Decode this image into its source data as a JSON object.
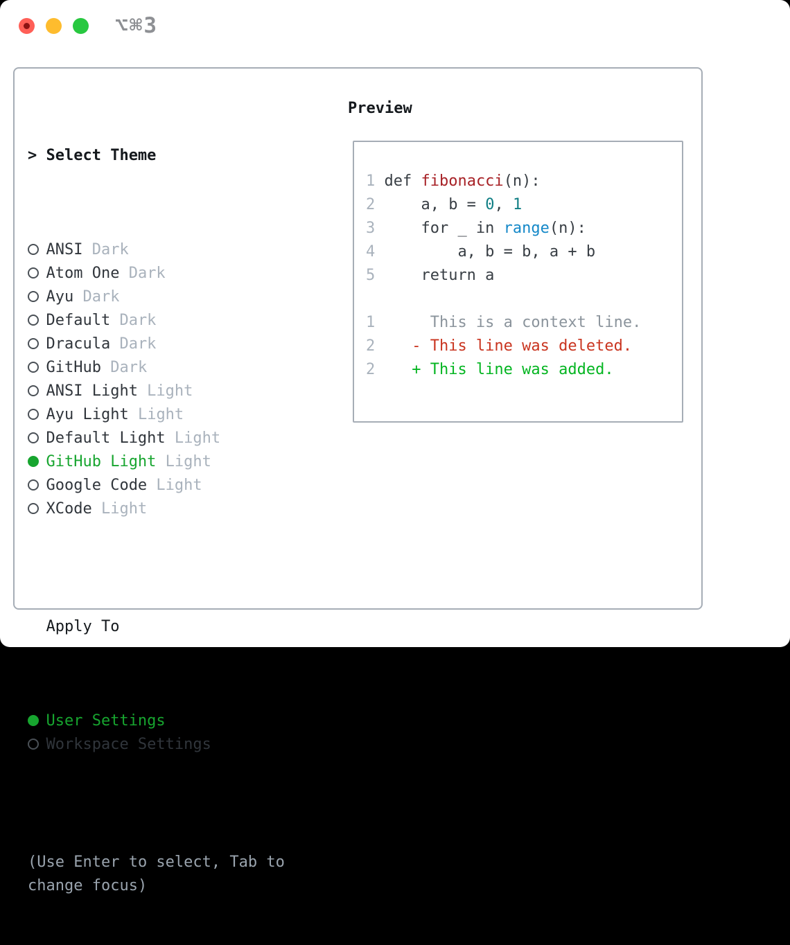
{
  "colors": {
    "accent-green": "#17a52f",
    "added-green": "#04b521",
    "deleted-red": "#c9341f",
    "func-red": "#a72126",
    "number-teal": "#0f7e84",
    "call-blue": "#1488c8",
    "text-dark": "#30353b",
    "code-plain": "#383e44",
    "heading": "#15191d",
    "muted": "#a9b2bc",
    "hint": "#9aa4ae",
    "line-number": "#a9b2bc",
    "context-gray": "#8b949c",
    "border": "#a6adb6",
    "title-gray": "#8e9094",
    "light-red": "#ff5f57",
    "light-yellow": "#febc2e",
    "light-green": "#28c840"
  },
  "titlebar": {
    "title": "⌥⌘3"
  },
  "theme_picker": {
    "prompt_marker": ">",
    "title": "Select Theme",
    "themes": [
      {
        "name": "ANSI",
        "variant": "Dark",
        "selected": false
      },
      {
        "name": "Atom One",
        "variant": "Dark",
        "selected": false
      },
      {
        "name": "Ayu",
        "variant": "Dark",
        "selected": false
      },
      {
        "name": "Default",
        "variant": "Dark",
        "selected": false
      },
      {
        "name": "Dracula",
        "variant": "Dark",
        "selected": false
      },
      {
        "name": "GitHub",
        "variant": "Dark",
        "selected": false
      },
      {
        "name": "ANSI Light",
        "variant": "Light",
        "selected": false
      },
      {
        "name": "Ayu Light",
        "variant": "Light",
        "selected": false
      },
      {
        "name": "Default Light",
        "variant": "Light",
        "selected": false
      },
      {
        "name": "GitHub Light",
        "variant": "Light",
        "selected": true
      },
      {
        "name": "Google Code",
        "variant": "Light",
        "selected": false
      },
      {
        "name": "XCode",
        "variant": "Light",
        "selected": false
      }
    ],
    "apply_to": {
      "label": "Apply To",
      "options": [
        {
          "label": "User Settings",
          "selected": true
        },
        {
          "label": "Workspace Settings",
          "selected": false
        }
      ]
    },
    "hint_lines": [
      "(Use Enter to select, Tab to",
      "change focus)"
    ]
  },
  "preview": {
    "label": "Preview",
    "lines": [
      {
        "num": "1",
        "tokens": [
          {
            "text": " def ",
            "cls": "plain"
          },
          {
            "text": "fibonacci",
            "cls": "func"
          },
          {
            "text": "(n):",
            "cls": "plain"
          }
        ]
      },
      {
        "num": "2",
        "tokens": [
          {
            "text": "     a, b = ",
            "cls": "plain"
          },
          {
            "text": "0",
            "cls": "number"
          },
          {
            "text": ", ",
            "cls": "plain"
          },
          {
            "text": "1",
            "cls": "number"
          }
        ]
      },
      {
        "num": "3",
        "tokens": [
          {
            "text": "     for _ in ",
            "cls": "plain"
          },
          {
            "text": "range",
            "cls": "call"
          },
          {
            "text": "(n):",
            "cls": "plain"
          }
        ]
      },
      {
        "num": "4",
        "tokens": [
          {
            "text": "         a, b = b, a + b",
            "cls": "plain"
          }
        ]
      },
      {
        "num": "5",
        "tokens": [
          {
            "text": "     return a",
            "cls": "plain"
          }
        ]
      },
      {
        "num": "",
        "tokens": []
      },
      {
        "num": "1",
        "tokens": [
          {
            "text": "      This is a context line.",
            "cls": "context"
          }
        ]
      },
      {
        "num": "2",
        "tokens": [
          {
            "text": "    - This line was deleted.",
            "cls": "deleted"
          }
        ]
      },
      {
        "num": "2",
        "tokens": [
          {
            "text": "    + This line was added.",
            "cls": "added"
          }
        ]
      }
    ]
  }
}
